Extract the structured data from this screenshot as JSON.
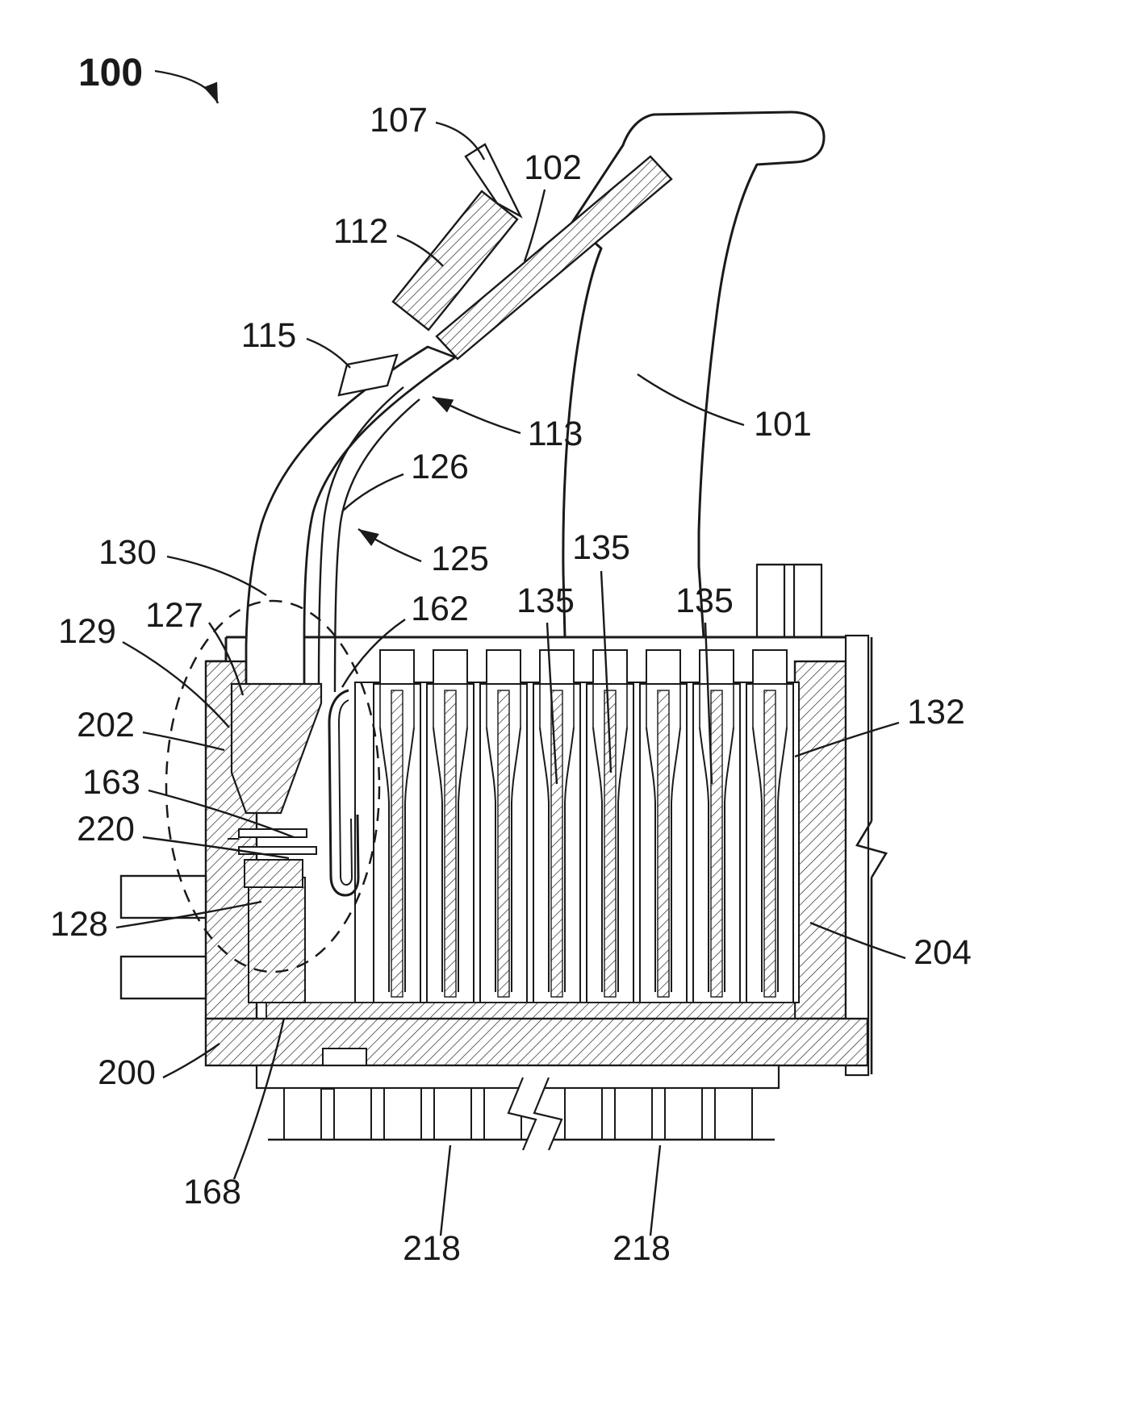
{
  "figure": {
    "kind": "patent-cross-section-drawing",
    "colors": {
      "line": "#1a1a1a",
      "background": "#ffffff"
    },
    "reference_labels": {
      "l100": "100",
      "l107": "107",
      "l102": "102",
      "l112": "112",
      "l115": "115",
      "l113": "113",
      "l101": "101",
      "l126": "126",
      "l125": "125",
      "l130": "130",
      "l135a": "135",
      "l135b": "135",
      "l135c": "135",
      "l127": "127",
      "l162": "162",
      "l129": "129",
      "l202": "202",
      "l132": "132",
      "l163": "163",
      "l220": "220",
      "l128": "128",
      "l204": "204",
      "l200": "200",
      "l168": "168",
      "l218a": "218",
      "l218b": "218"
    }
  }
}
